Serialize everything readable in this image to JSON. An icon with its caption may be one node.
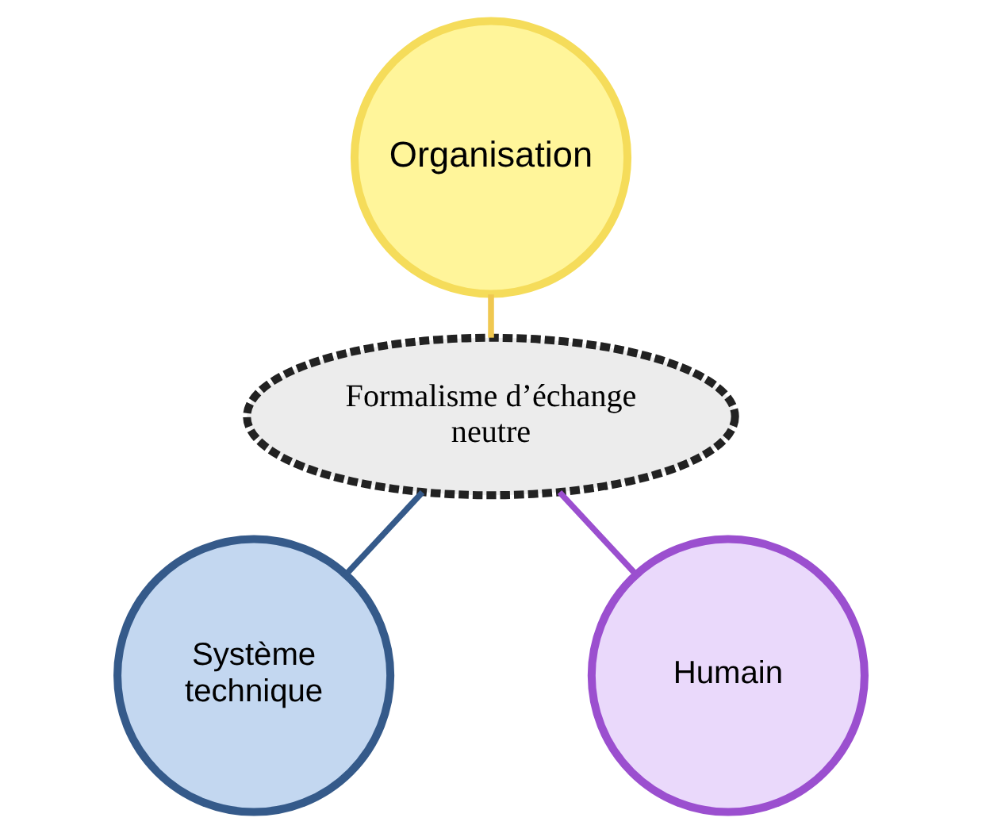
{
  "diagram": {
    "nodes": [
      {
        "text": [
          "Organisation"
        ]
      },
      {
        "text": [
          "Formalisme d’échange neutre"
        ]
      },
      {
        "text": [
          "Système technique"
        ]
      },
      {
        "text": [
          "Humain"
        ]
      }
    ],
    "edges": [
      {
        "from": 0,
        "to": 1,
        "arrow": "none",
        "color": "#f0c850"
      },
      {
        "from": 1,
        "to": 2,
        "arrow": "none",
        "color": "#355a8a"
      },
      {
        "from": 1,
        "to": 3,
        "arrow": "none",
        "color": "#9b4fcf"
      }
    ]
  }
}
